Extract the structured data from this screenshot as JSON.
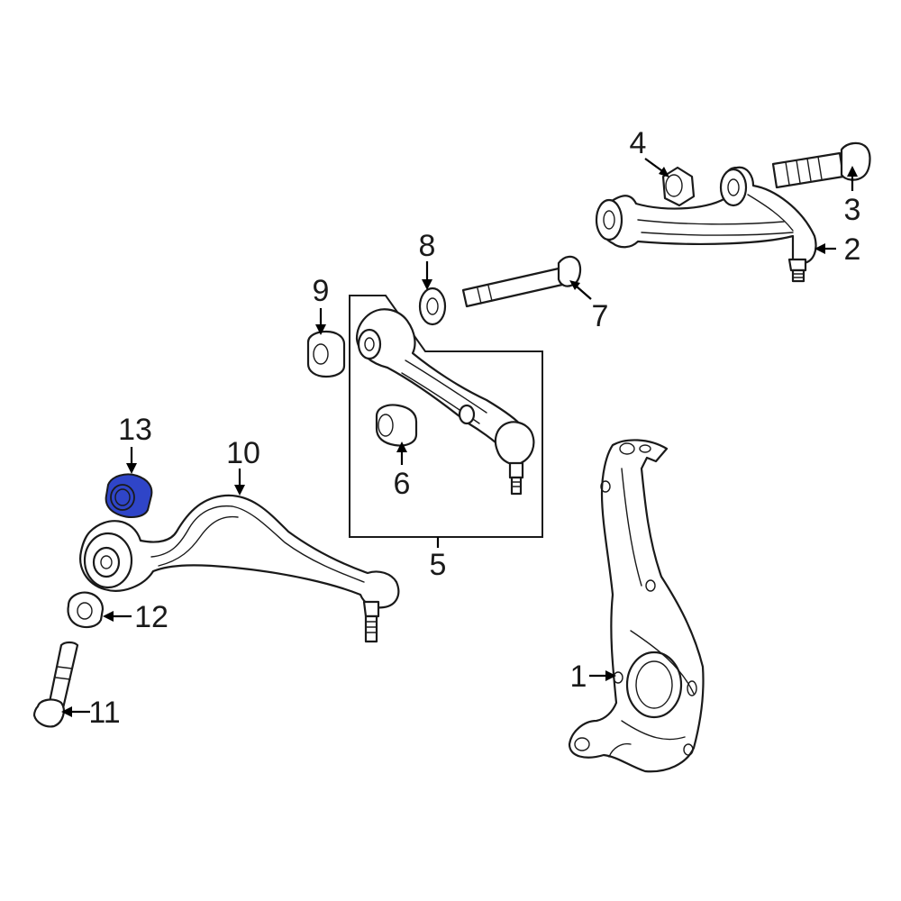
{
  "callouts": {
    "c1": "1",
    "c2": "2",
    "c3": "3",
    "c4": "4",
    "c5": "5",
    "c6": "6",
    "c7": "7",
    "c8": "8",
    "c9": "9",
    "c10": "10",
    "c11": "11",
    "c12": "12",
    "c13": "13"
  },
  "highlight": {
    "part": "13",
    "color": "#2f45c8"
  }
}
